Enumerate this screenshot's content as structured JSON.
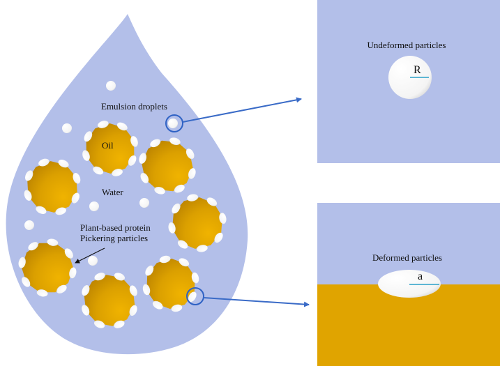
{
  "labels": {
    "emulsion_droplets": "Emulsion droplets",
    "oil": "Oil",
    "water": "Water",
    "protein_line1": "Plant-based protein",
    "protein_line2": "Pickering particles",
    "undeformed": "Undeformed particles",
    "radius_symbol": "R",
    "deformed": "Deformed particles",
    "contact_symbol": "a"
  },
  "colors": {
    "water": "#b3bfe9",
    "oil": "#e0a400",
    "oil_dark": "#c48a00",
    "particle": "#ffffff",
    "callout_circle": "#2f62c4",
    "arrow": "#3a6bc7",
    "radius_line": "#2aa0c8"
  }
}
